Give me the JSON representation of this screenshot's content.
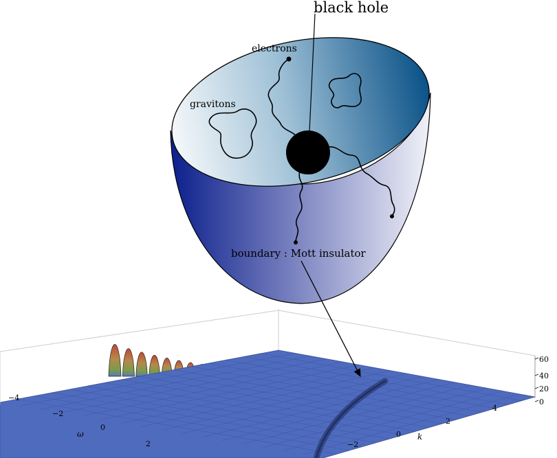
{
  "labels": {
    "black_hole": "black hole",
    "electrons": "electrons",
    "gravitons": "gravitons",
    "boundary": "boundary : Mott insulator"
  },
  "axes": {
    "omega": {
      "name": "ω",
      "ticks": [
        "−4",
        "−2",
        "0",
        "2"
      ]
    },
    "k": {
      "name": "k",
      "ticks": [
        "−2",
        "0",
        "2",
        "4"
      ]
    },
    "z": {
      "ticks": [
        "60",
        "40",
        "20",
        "0"
      ]
    }
  },
  "colors": {
    "bowl_dark": "#0c1f8c",
    "bowl_light": "#f1f2f8",
    "cap_light": "#f4f7fa",
    "cap_dark": "#0b5288",
    "plane": "#4f6bbd",
    "black_hole": "#000000"
  }
}
